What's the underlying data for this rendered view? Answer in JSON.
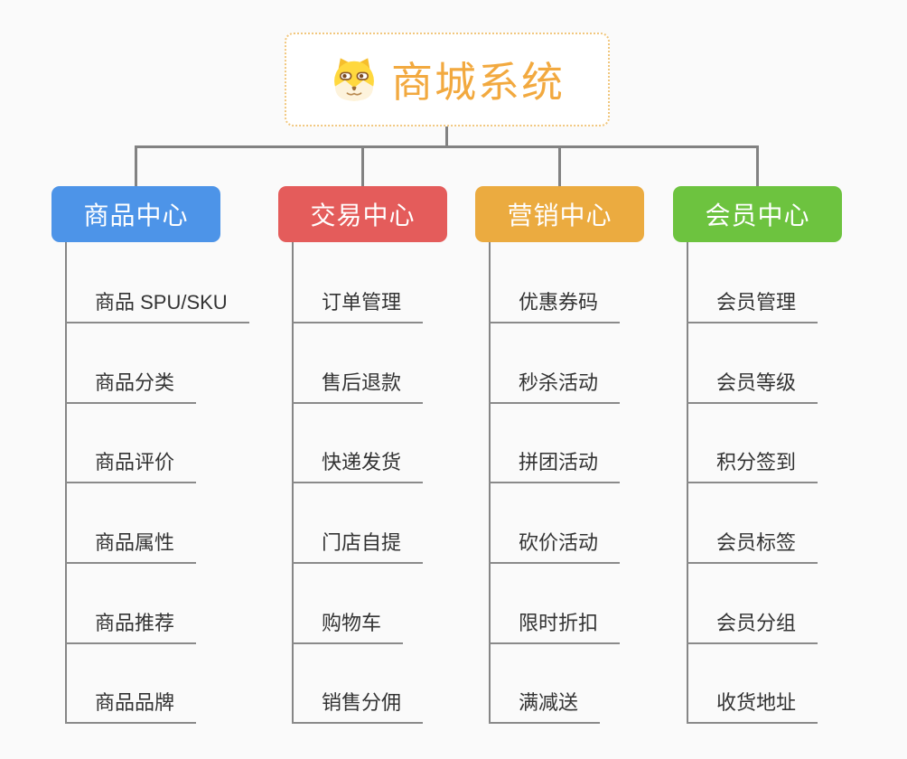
{
  "page": {
    "background": "#fafafa",
    "connector_color": "#828282"
  },
  "root": {
    "title": "商城系统",
    "icon": "doge-icon",
    "text_color": "#f2a93f",
    "border_color": "#f1c77e"
  },
  "categories": [
    {
      "label": "商品中心",
      "color": "#4d94e8",
      "children": [
        "商品 SPU/SKU",
        "商品分类",
        "商品评价",
        "商品属性",
        "商品推荐",
        "商品品牌"
      ]
    },
    {
      "label": "交易中心",
      "color": "#e45c5b",
      "children": [
        "订单管理",
        "售后退款",
        "快递发货",
        "门店自提",
        "购物车",
        "销售分佣"
      ]
    },
    {
      "label": "营销中心",
      "color": "#ebab40",
      "children": [
        "优惠券码",
        "秒杀活动",
        "拼团活动",
        "砍价活动",
        "限时折扣",
        "满减送"
      ]
    },
    {
      "label": "会员中心",
      "color": "#6dc33f",
      "children": [
        "会员管理",
        "会员等级",
        "积分签到",
        "会员标签",
        "会员分组",
        "收货地址"
      ]
    }
  ]
}
